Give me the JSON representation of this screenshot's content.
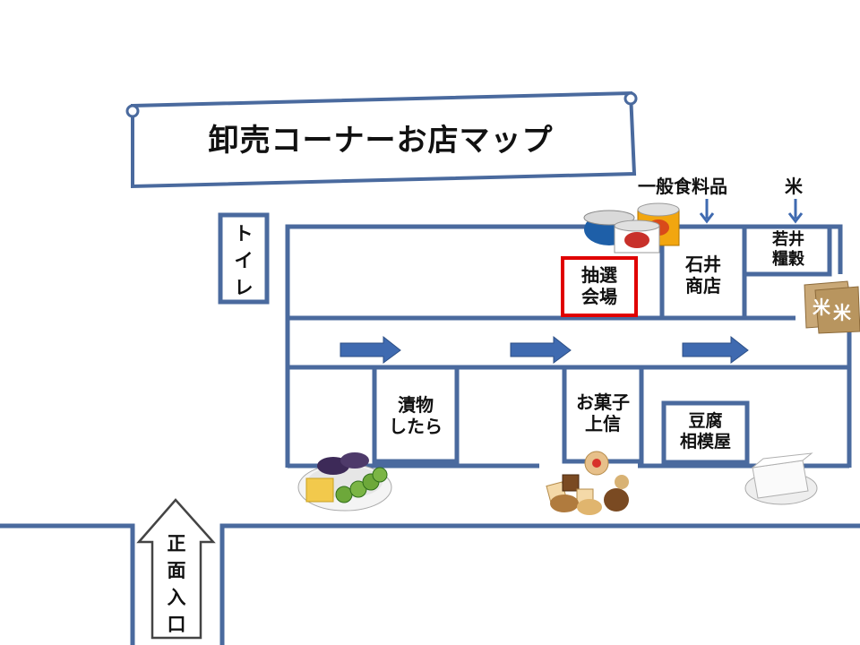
{
  "title": "卸売コーナーお店マップ",
  "labels": {
    "restroom": "トイレ",
    "general_food": "一般食料品",
    "rice": "米",
    "lottery": [
      "抽選",
      "会場"
    ],
    "ishii": [
      "石井",
      "商店"
    ],
    "wakai": [
      "若井",
      "糧穀"
    ],
    "tsukemono": [
      "漬物",
      "したら"
    ],
    "okashi": [
      "お菓子",
      "上信"
    ],
    "tofu": [
      "豆腐",
      "相模屋"
    ],
    "entrance": "正面入口"
  },
  "colors": {
    "wall": "#4a6a9e",
    "arrow": "#3f6ab0",
    "highlight": "#e00000"
  },
  "icons": [
    "canned-food-icon",
    "rice-bag-icon",
    "pickles-icon",
    "sweets-icon",
    "tofu-icon"
  ]
}
